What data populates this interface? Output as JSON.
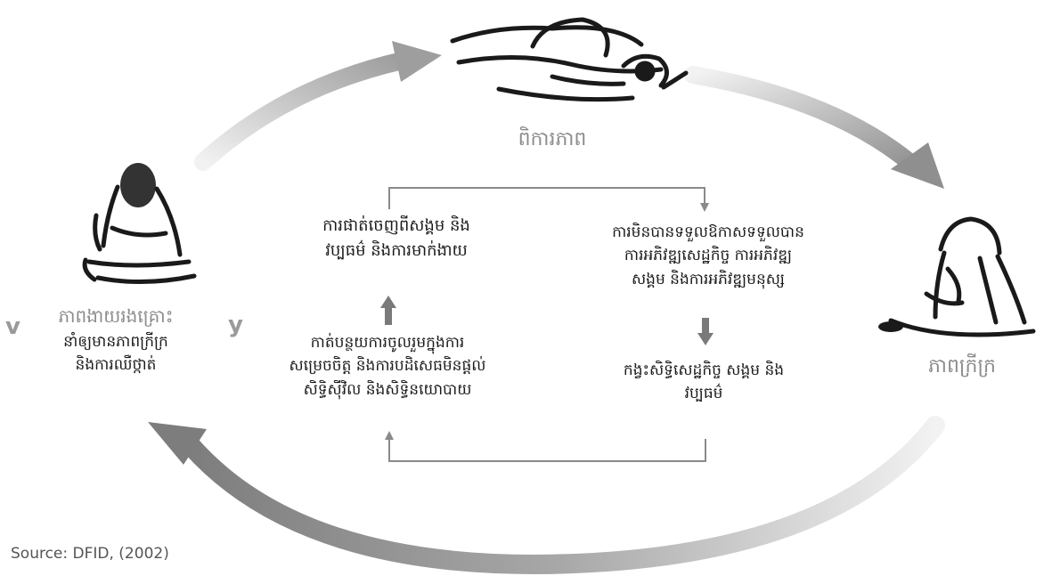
{
  "nodes": {
    "disability": "ពិការភាព",
    "poverty": "ភាពក្រីក្រ",
    "vulnerability": "ភាពងាយរងគ្រោះ",
    "vulnerability_sub_1": "នាំឲ្យមានភាពក្រីក្រ",
    "vulnerability_sub_2": "និងការឈឺថ្កាត់"
  },
  "boxes": {
    "top_left": [
      "ការផាត់ចេញពីសង្គម និង",
      "វប្បធម៌ និងការមាក់ងាយ"
    ],
    "top_right": [
      "ការមិនបានទទួលឱកាសទទួលបាន",
      "ការអភិវឌ្ឍសេដ្ឋកិច្ច ការអភិវឌ្ឍ",
      "សង្គម និងការអភិវឌ្ឍមនុស្ស"
    ],
    "bottom_left": [
      "កាត់បន្ថយការចូលរួមក្នុងការ",
      "សម្រេចចិត្ត និងការបដិសេធមិនផ្តល់",
      "សិទ្ធិស៊ីវិល និងសិទ្ធិនយោបាយ"
    ],
    "bottom_right": [
      "កង្វះសិទ្ធិសេដ្ឋកិច្ច សង្គម និង",
      "វប្បធម៌"
    ]
  },
  "stray_letters": {
    "v": "v",
    "y": "y"
  },
  "source": "Source: DFID, (2002)",
  "colors": {
    "cycle_arrow": "#a6a6a6",
    "inner_arrow": "#8a8a8a",
    "figure_ink": "#1a1a1a"
  },
  "icons": {
    "top": "person-lying-down-icon",
    "right": "person-sitting-begging-icon",
    "left": "person-sitting-hunched-icon"
  }
}
